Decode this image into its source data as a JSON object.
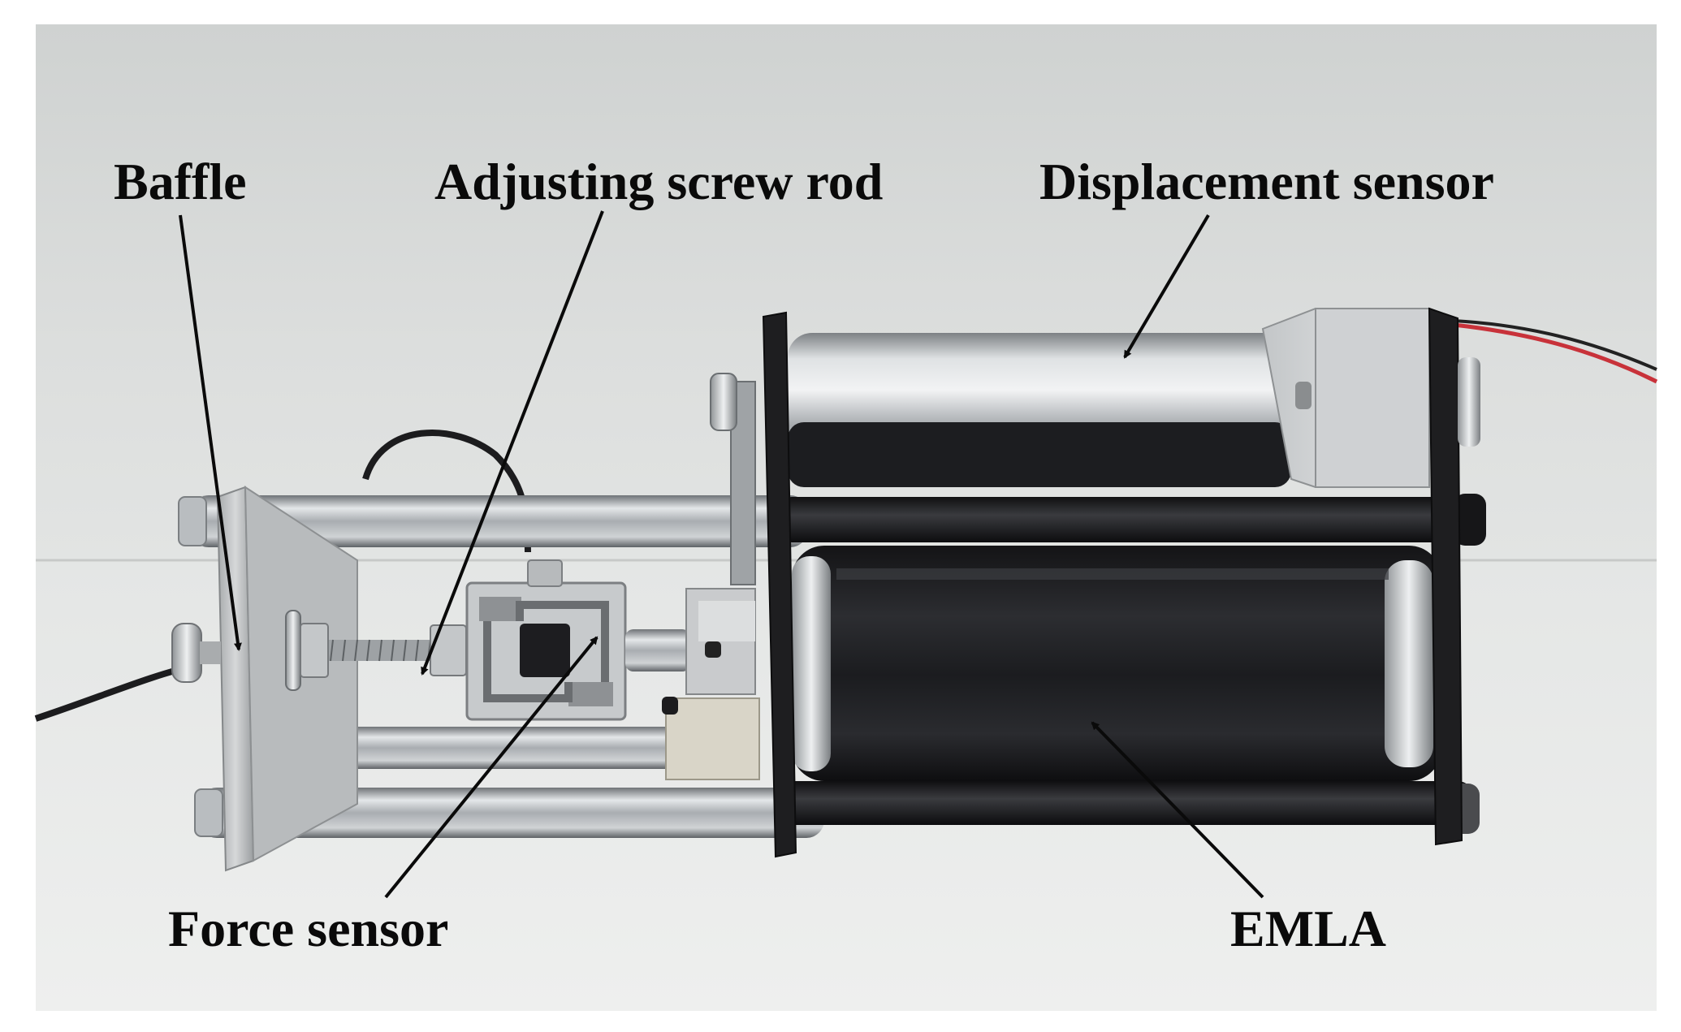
{
  "labels": {
    "baffle": "Baffle",
    "adjusting_screw_rod": "Adjusting screw rod",
    "displacement_sensor": "Displacement sensor",
    "force_sensor": "Force sensor",
    "emla": "EMLA"
  },
  "colors": {
    "background_wall": "#d9dbd9",
    "table_surface": "#e8e9e8",
    "frame_black": "#1e1e20",
    "steel": "#b8bcbf",
    "aluminum": "#c9cbcc",
    "label_text": "#0a0a0a",
    "wire_red": "#c8323a"
  }
}
